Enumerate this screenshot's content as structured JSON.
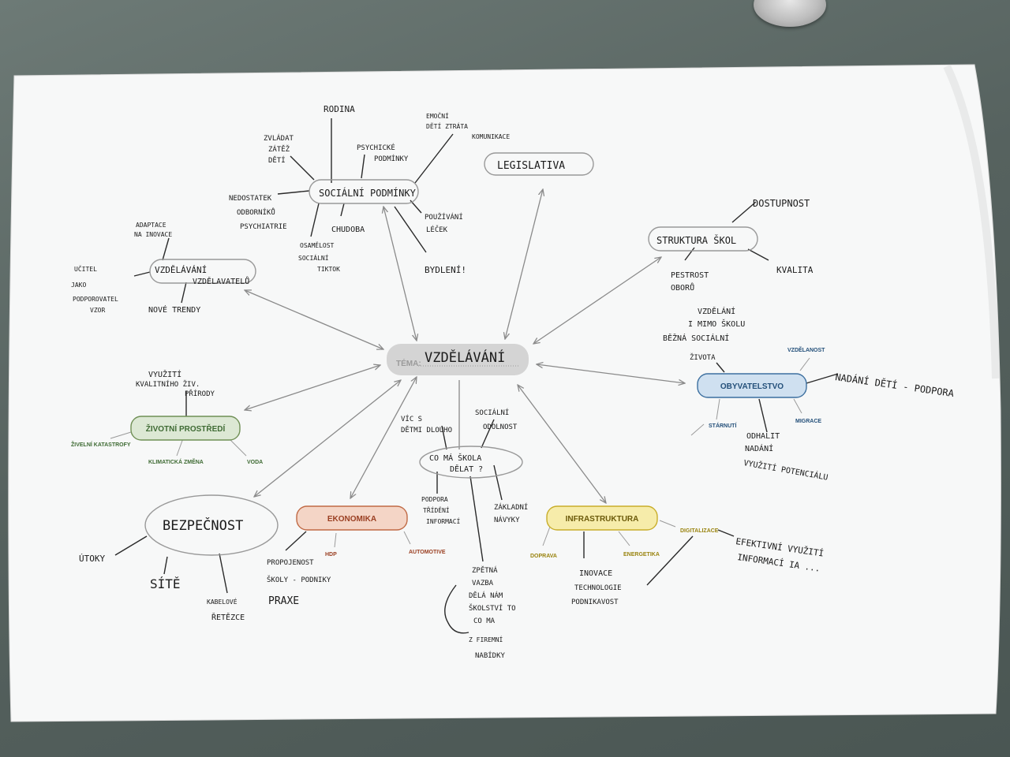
{
  "colors": {
    "sheet": "#f7f8f8",
    "ink": "#1b1b1b",
    "arrow": "#8a8a8a",
    "center_fill": "#d4d4d4",
    "zivotni_fill": "#dce8d4",
    "zivotni_stroke": "#6f8f55",
    "zivotni_text": "#3f6b34",
    "ekonomika_fill": "#f4d5c6",
    "ekonomika_stroke": "#c06a45",
    "ekonomika_text": "#9a3f22",
    "infra_fill": "#f6ecaa",
    "infra_stroke": "#c8ad2a",
    "infra_text": "#6b5a0a",
    "obyv_fill": "#cfe0f0",
    "obyv_stroke": "#3c6f9f",
    "obyv_text": "#24507a"
  },
  "center": {
    "prefix": "TÉMA:",
    "title": "VZDĚLÁVÁNÍ"
  },
  "printed_nodes": {
    "zivotni": {
      "label": "ŽIVOTNÍ PROSTŘEDÍ",
      "subs": [
        "ŽIVELNÍ KATASTROFY",
        "KLIMATICKÁ ZMĚNA",
        "VODA"
      ]
    },
    "ekonomika": {
      "label": "EKONOMIKA",
      "subs": [
        "HDP",
        "AUTOMOTIVE"
      ]
    },
    "infra": {
      "label": "INFRASTRUKTURA",
      "subs": [
        "DOPRAVA",
        "ENERGETIKA",
        "DIGITALIZACE"
      ]
    },
    "obyv": {
      "label": "OBYVATELSTVO",
      "subs": [
        "VZDĚLANOST",
        "STÁRNUTÍ",
        "MIGRACE"
      ]
    }
  },
  "handwritten_nodes": {
    "socialni": "SOCIÁLNÍ PODMÍNKY",
    "legislativa": "LEGISLATIVA",
    "struktura": "STRUKTURA ŠKOL",
    "vzdelavani_vzd": [
      "VZDĚLÁVÁNÍ",
      "VZDĚLAVATELŮ"
    ],
    "bezpecnost": "BEZPEČNOST",
    "co_ma_skola": [
      "CO MÁ ŠKOLA",
      "DĚLAT ?"
    ]
  },
  "notes": {
    "rodina": "RODINA",
    "zvladat": [
      "ZVLÁDAT",
      "ZÁTĚŽ",
      "DĚTÍ"
    ],
    "psychicke": [
      "PSYCHICKÉ",
      "PODMÍNKY"
    ],
    "emocni": [
      "EMOČNÍ",
      "DĚTÍ  ZTRÁTA",
      "KOMUNIKACE"
    ],
    "nedostatek": [
      "NEDOSTATEK",
      "ODBORNÍKŮ",
      "PSYCHIATRIE"
    ],
    "chudoba": "CHUDOBA",
    "osamelost": [
      "OSAMĚLOST",
      "SOCIÁLNÍ",
      "TIKTOK"
    ],
    "pouzivani": [
      "POUŽÍVÁNÍ",
      "LÉČEK"
    ],
    "bydleni": "BYDLENÍ!",
    "adaptace": [
      "ADAPTACE",
      "NA INOVACE"
    ],
    "ucitel": [
      "UČITEL",
      "JAKO",
      "PODPOROVATEL",
      "VZOR"
    ],
    "nove_trendy": "NOVÉ TRENDY",
    "dostupnost": "DOSTUPNOST",
    "kvalita": "KVALITA",
    "pestrost": [
      "PESTROST",
      "OBORŮ"
    ],
    "vzdelani_mimo": [
      "VZDĚLÁNÍ",
      "I MIMO ŠKOLU",
      "BĚŽNÁ SOCIÁLNÍ",
      "ŽIVOTA"
    ],
    "vyuziti_kvalitniho": [
      "VYUŽITÍ",
      "KVALITNÍHO ŽIV.",
      "PŘÍRODY"
    ],
    "vic": [
      "VÍC S",
      "DĚTMI DLOUHO"
    ],
    "socialni_odolnost": [
      "SOCIÁLNÍ",
      "ODOLNOST"
    ],
    "podpora": [
      "PODPORA",
      "TŘÍDĚNÍ",
      "INFORMACÍ"
    ],
    "zakladni": [
      "ZÁKLADNÍ",
      "NÁVYKY"
    ],
    "nadani": "NADÁNÍ DĚTÍ - PODPORA",
    "odhalit": [
      "ODHALIT",
      "NADÁNÍ",
      "VYUŽITÍ POTENCIÁLU"
    ],
    "utoky": "ÚTOKY",
    "site": "SÍTĚ",
    "retezce": [
      "KABELOVÉ",
      "ŘETĚZCE"
    ],
    "propojenost": [
      "PROPOJENOST",
      "ŠKOLY - PODNIKY"
    ],
    "praxe": "PRAXE",
    "zpetna": [
      "ZPĚTNÁ",
      "VAZBA",
      "DĚLÁ NÁM",
      "ŠKOLSTVÍ TO",
      "CO MA"
    ],
    "nabidky": [
      "Z FIREMNÍ",
      "NABÍDKY"
    ],
    "inovace": [
      "INOVACE",
      "TECHNOLOGIE",
      "PODNIKAVOST"
    ],
    "efektivni": [
      "EFEKTIVNÍ VYUŽITÍ",
      "INFORMACÍ IA ..."
    ]
  }
}
